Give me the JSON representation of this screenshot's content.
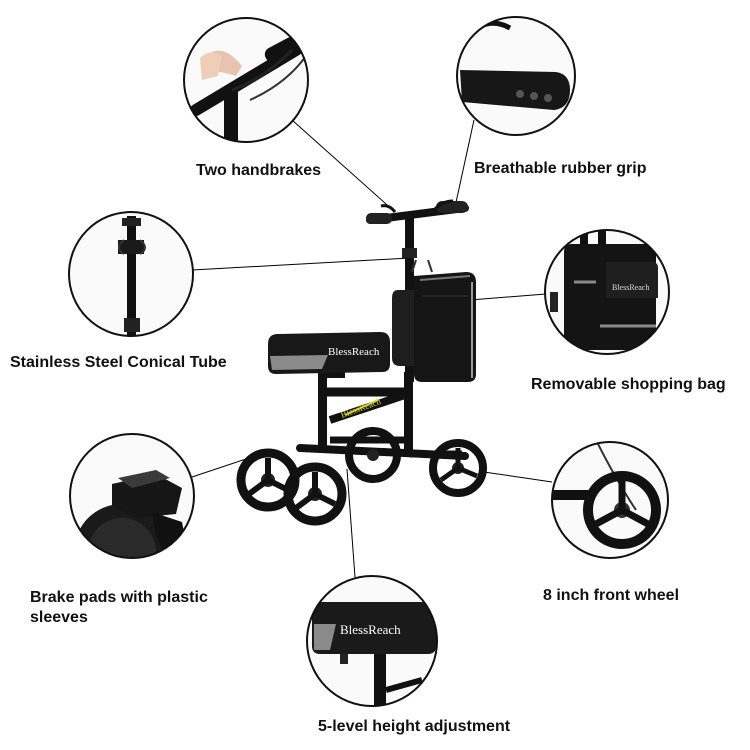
{
  "callouts": {
    "handbrakes": "Two handbrakes",
    "grip": "Breathable rubber grip",
    "tube": "Stainless Steel Conical Tube",
    "bag": "Removable shopping bag",
    "pads": "Brake pads with plastic sleeves",
    "front_wheel": "8 inch front wheel",
    "height": "5-level height adjustment"
  },
  "brand": {
    "seat_text": "BlessReach",
    "bag_text": "BlessReach",
    "frame_text": "BlessReach"
  },
  "colors": {
    "product": "#111111",
    "frame_accent": "#d8d23a",
    "seat_stripe": "#8a8a8a",
    "leader_line": "#000000",
    "background": "#ffffff"
  }
}
